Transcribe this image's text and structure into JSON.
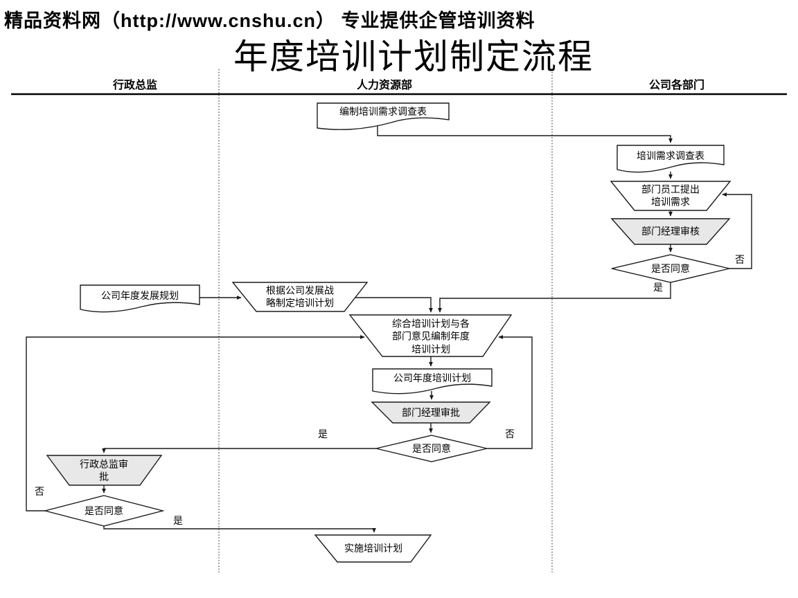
{
  "banner": {
    "text": "精品资料网（http://www.cnshu.cn） 专业提供企管培训资料"
  },
  "title": "年度培训计划制定流程",
  "lanes": {
    "left": {
      "label": "行政总监"
    },
    "center": {
      "label": "人力资源部"
    },
    "right": {
      "label": "公司各部门"
    }
  },
  "nodes": {
    "create_survey": {
      "label": "编制培训需求调查表",
      "shape": "document"
    },
    "survey_form": {
      "label": "培训需求调查表",
      "shape": "document"
    },
    "employee_needs": {
      "label": "部门员工提出\n培训需求",
      "shape": "process-trapezoid"
    },
    "dept_manager_review": {
      "label": "部门经理审核",
      "shape": "process-trapezoid"
    },
    "dept_agree": {
      "label": "是否同意",
      "shape": "decision-diamond"
    },
    "company_plan_doc": {
      "label": "公司年度发展规划",
      "shape": "document"
    },
    "strategy_plan": {
      "label": "根据公司发展战\n略制定培训计划",
      "shape": "process-trapezoid"
    },
    "combine_plan": {
      "label": "综合培训计划与各\n部门意见编制年度\n培训计划",
      "shape": "process-trapezoid"
    },
    "annual_plan_doc": {
      "label": "公司年度培训计划",
      "shape": "document"
    },
    "dept_manager_approve": {
      "label": "部门经理审批",
      "shape": "process-trapezoid"
    },
    "plan_agree": {
      "label": "是否同意",
      "shape": "decision-diamond"
    },
    "director_approve": {
      "label": "行政总监审\n批",
      "shape": "process-trapezoid"
    },
    "director_agree": {
      "label": "是否同意",
      "shape": "decision-diamond"
    },
    "implement_plan": {
      "label": "实施培训计划",
      "shape": "process-trapezoid"
    }
  },
  "edge_labels": {
    "dept_agree_no": "否",
    "dept_agree_yes": "是",
    "plan_agree_yes": "是",
    "plan_agree_no": "否",
    "director_agree_no": "否",
    "director_agree_yes": "是"
  },
  "colors": {
    "highlight_fill": "#e8e8e8",
    "shape_fill": "#ffffff",
    "line": "#1a1a1a"
  }
}
